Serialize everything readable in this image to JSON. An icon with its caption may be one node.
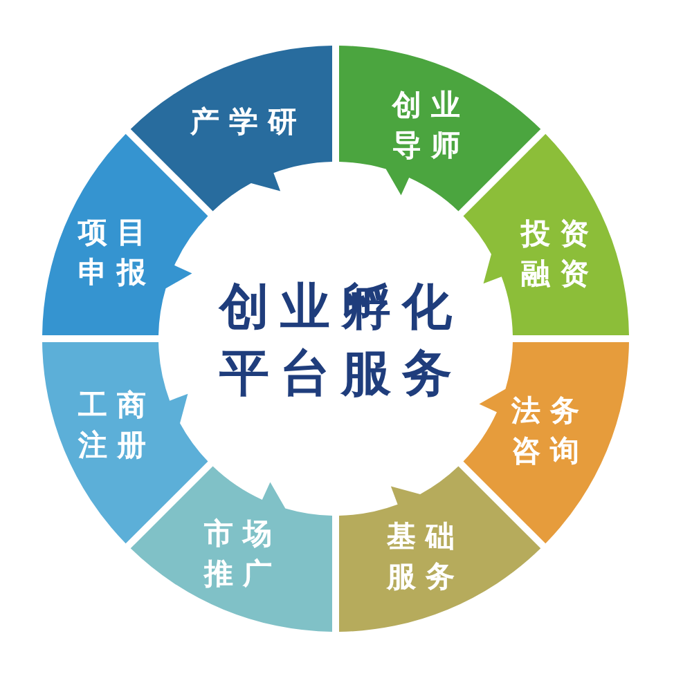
{
  "diagram": {
    "nodes": [
      {
        "text": [
          "产学研"
        ]
      },
      {
        "text": [
          "创业导师"
        ]
      },
      {
        "text": [
          "投资融资"
        ]
      },
      {
        "text": [
          "法务咨询"
        ]
      },
      {
        "text": [
          "基础服务"
        ]
      },
      {
        "text": [
          "市场推广"
        ]
      },
      {
        "text": [
          "工商注册"
        ]
      },
      {
        "text": [
          "项目申报"
        ]
      }
    ],
    "labels": [
      "创业孵化平台服务"
    ]
  }
}
